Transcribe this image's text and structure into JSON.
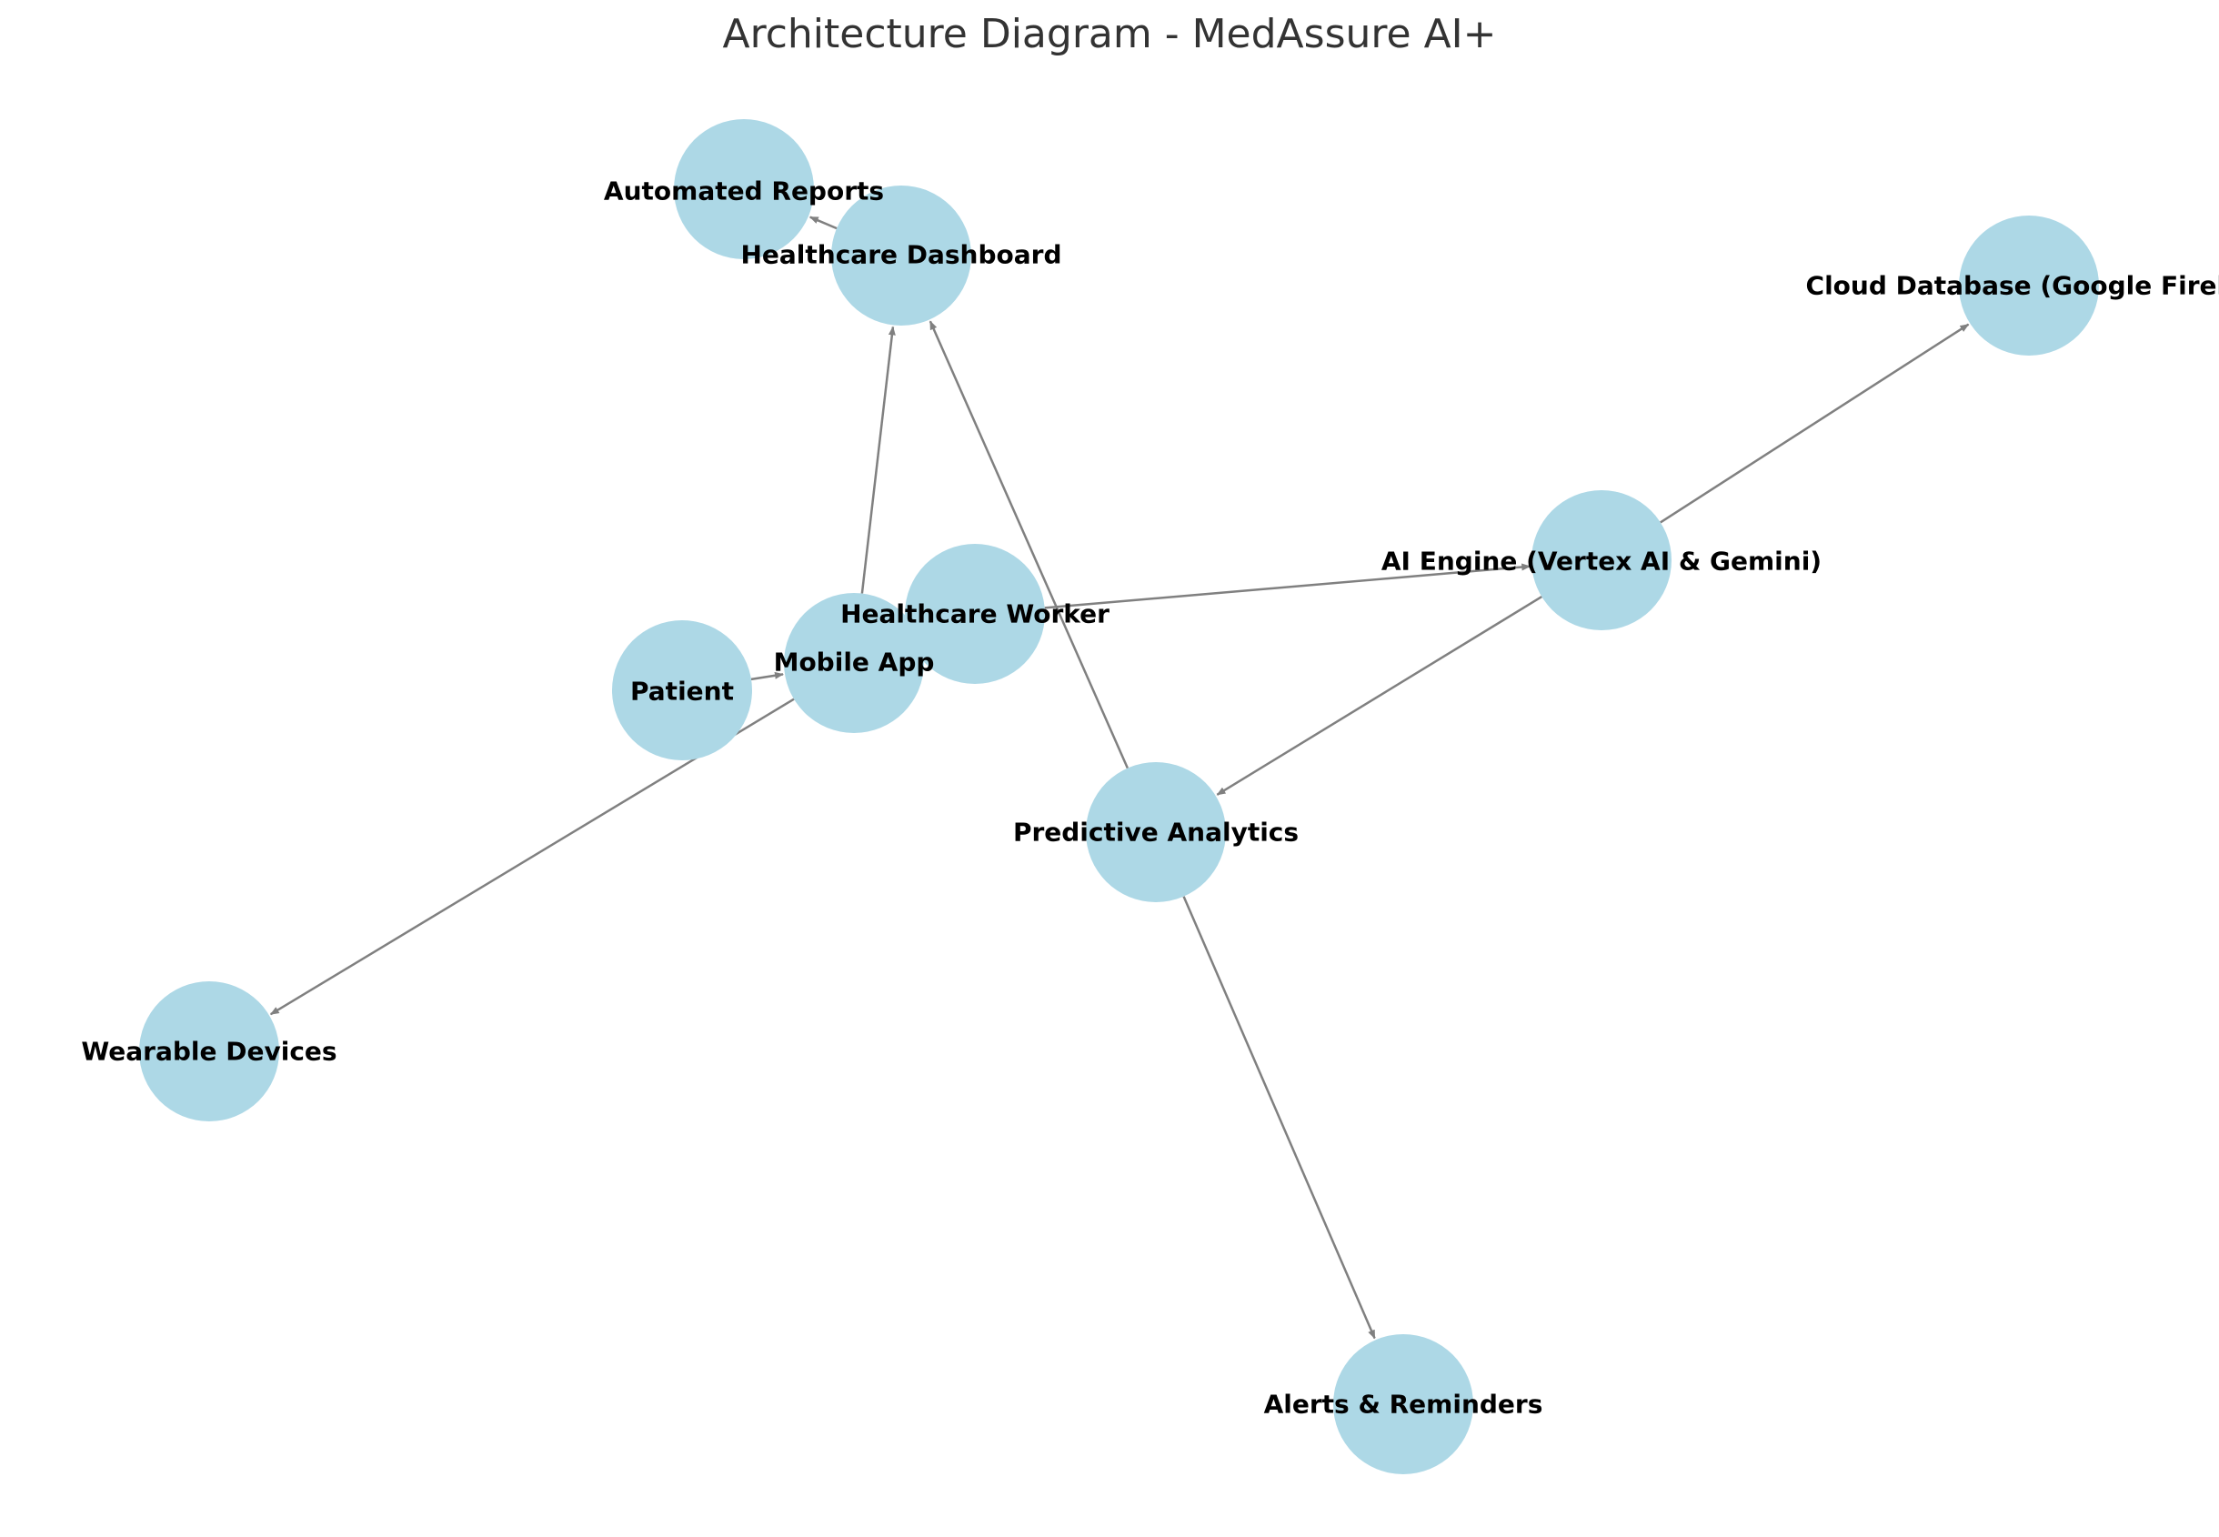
{
  "title": "Architecture Diagram - MedAssure AI+",
  "colors": {
    "node_fill": "#add8e6",
    "edge": "#808080",
    "label": "#000000",
    "title": "#333333"
  },
  "nodes": [
    {
      "id": "automated_reports",
      "label": "Automated Reports"
    },
    {
      "id": "healthcare_dashboard",
      "label": "Healthcare Dashboard"
    },
    {
      "id": "cloud_database",
      "label": "Cloud Database (Google Fireba"
    },
    {
      "id": "ai_engine",
      "label": "AI Engine (Vertex AI & Gemini)"
    },
    {
      "id": "healthcare_worker",
      "label": "Healthcare Worker"
    },
    {
      "id": "patient",
      "label": "Patient"
    },
    {
      "id": "mobile_app",
      "label": "Mobile App"
    },
    {
      "id": "predictive_analytics",
      "label": "Predictive Analytics"
    },
    {
      "id": "wearable_devices",
      "label": "Wearable Devices"
    },
    {
      "id": "alerts_reminders",
      "label": "Alerts & Reminders"
    }
  ],
  "edges": [
    {
      "from": "patient",
      "to": "mobile_app"
    },
    {
      "from": "mobile_app",
      "to": "healthcare_dashboard"
    },
    {
      "from": "mobile_app",
      "to": "wearable_devices"
    },
    {
      "from": "healthcare_worker",
      "to": "ai_engine"
    },
    {
      "from": "ai_engine",
      "to": "cloud_database"
    },
    {
      "from": "ai_engine",
      "to": "predictive_analytics"
    },
    {
      "from": "predictive_analytics",
      "to": "healthcare_dashboard"
    },
    {
      "from": "predictive_analytics",
      "to": "alerts_reminders"
    },
    {
      "from": "healthcare_dashboard",
      "to": "automated_reports"
    }
  ]
}
